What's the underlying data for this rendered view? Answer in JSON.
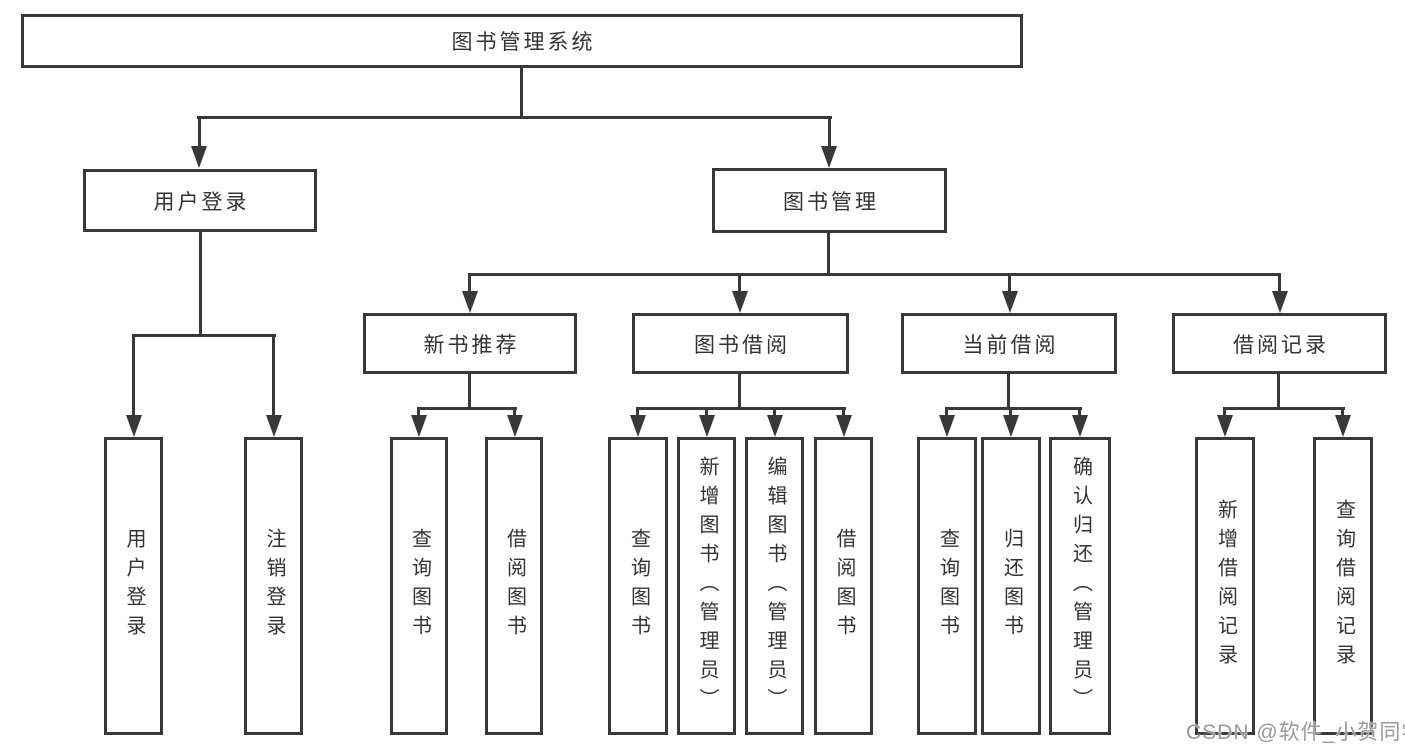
{
  "diagram": {
    "root": {
      "label": "图书管理系统"
    },
    "modules": [
      {
        "label": "用户登录",
        "children": [
          {
            "label": "用户登录"
          },
          {
            "label": "注销登录"
          }
        ]
      },
      {
        "label": "图书管理",
        "submodules": [
          {
            "label": "新书推荐",
            "children": [
              {
                "label": "查询图书"
              },
              {
                "label": "借阅图书"
              }
            ]
          },
          {
            "label": "图书借阅",
            "children": [
              {
                "label": "查询图书"
              },
              {
                "label": "新增图书（管理员）"
              },
              {
                "label": "编辑图书（管理员）"
              },
              {
                "label": "借阅图书"
              }
            ]
          },
          {
            "label": "当前借阅",
            "children": [
              {
                "label": "查询图书"
              },
              {
                "label": "归还图书"
              },
              {
                "label": "确认归还（管理员）"
              }
            ]
          },
          {
            "label": "借阅记录",
            "children": [
              {
                "label": "新增借阅记录"
              },
              {
                "label": "查询借阅记录"
              }
            ]
          }
        ]
      }
    ]
  },
  "watermark": {
    "text": "CSDN @软件_小贺同学"
  },
  "colors": {
    "line": "#383838",
    "text": "#333333",
    "watermark_text": "#9a9a9a",
    "background": "#ffffff"
  }
}
